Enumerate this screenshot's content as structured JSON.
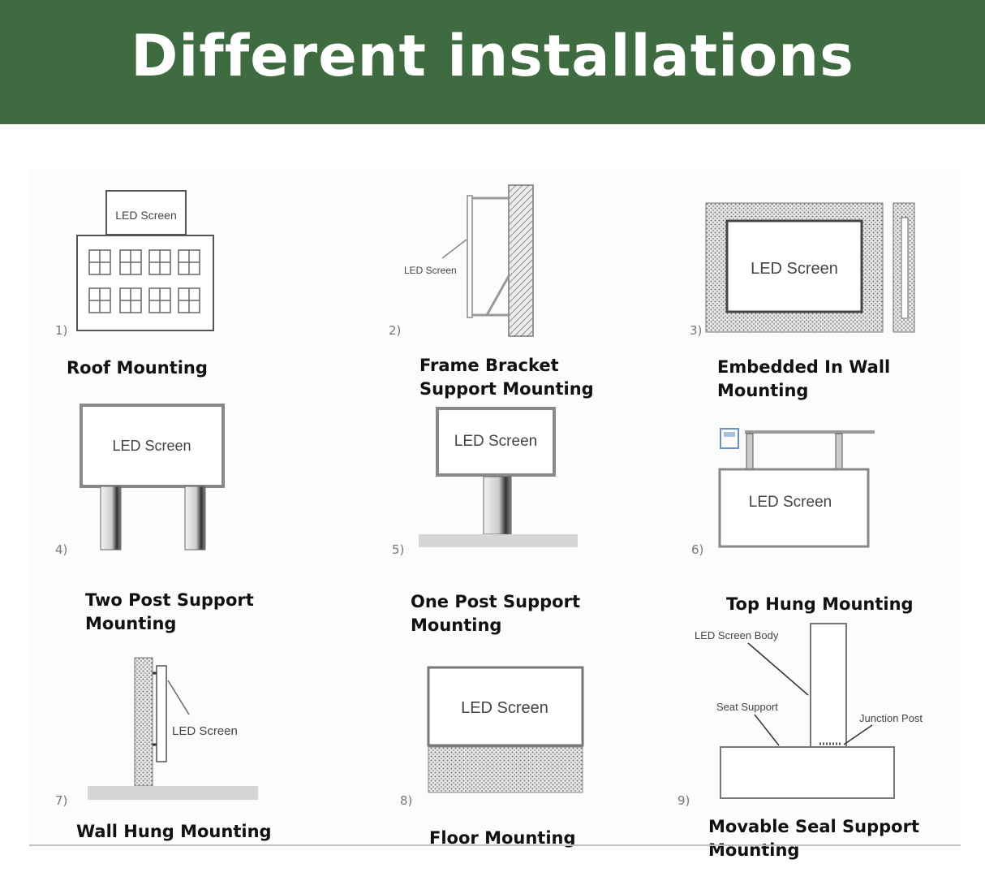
{
  "header": {
    "title": "Different installations"
  },
  "items": [
    {
      "num": "1)",
      "caption": "Roof Mounting",
      "labels": [
        "LED Screen"
      ]
    },
    {
      "num": "2)",
      "caption": "Frame Bracket\nSupport Mounting",
      "labels": [
        "LED Screen"
      ]
    },
    {
      "num": "3)",
      "caption": "Embedded In Wall\nMounting",
      "labels": [
        "LED Screen"
      ]
    },
    {
      "num": "4)",
      "caption": "Two Post Support\nMounting",
      "labels": [
        "LED Screen"
      ]
    },
    {
      "num": "5)",
      "caption": "One Post Support\nMounting",
      "labels": [
        "LED Screen"
      ]
    },
    {
      "num": "6)",
      "caption": "Top Hung Mounting",
      "labels": [
        "LED Screen"
      ]
    },
    {
      "num": "7)",
      "caption": "Wall Hung Mounting",
      "labels": [
        "LED Screen"
      ]
    },
    {
      "num": "8)",
      "caption": "Floor Mounting",
      "labels": [
        "LED Screen"
      ]
    },
    {
      "num": "9)",
      "caption": "Movable Seal Support\nMounting",
      "labels": [
        "LED Screen Body",
        "Seat Support",
        "Junction Post"
      ]
    }
  ],
  "colors": {
    "banner": "#3e6b40",
    "title": "#ffffff",
    "caption": "#111111"
  }
}
